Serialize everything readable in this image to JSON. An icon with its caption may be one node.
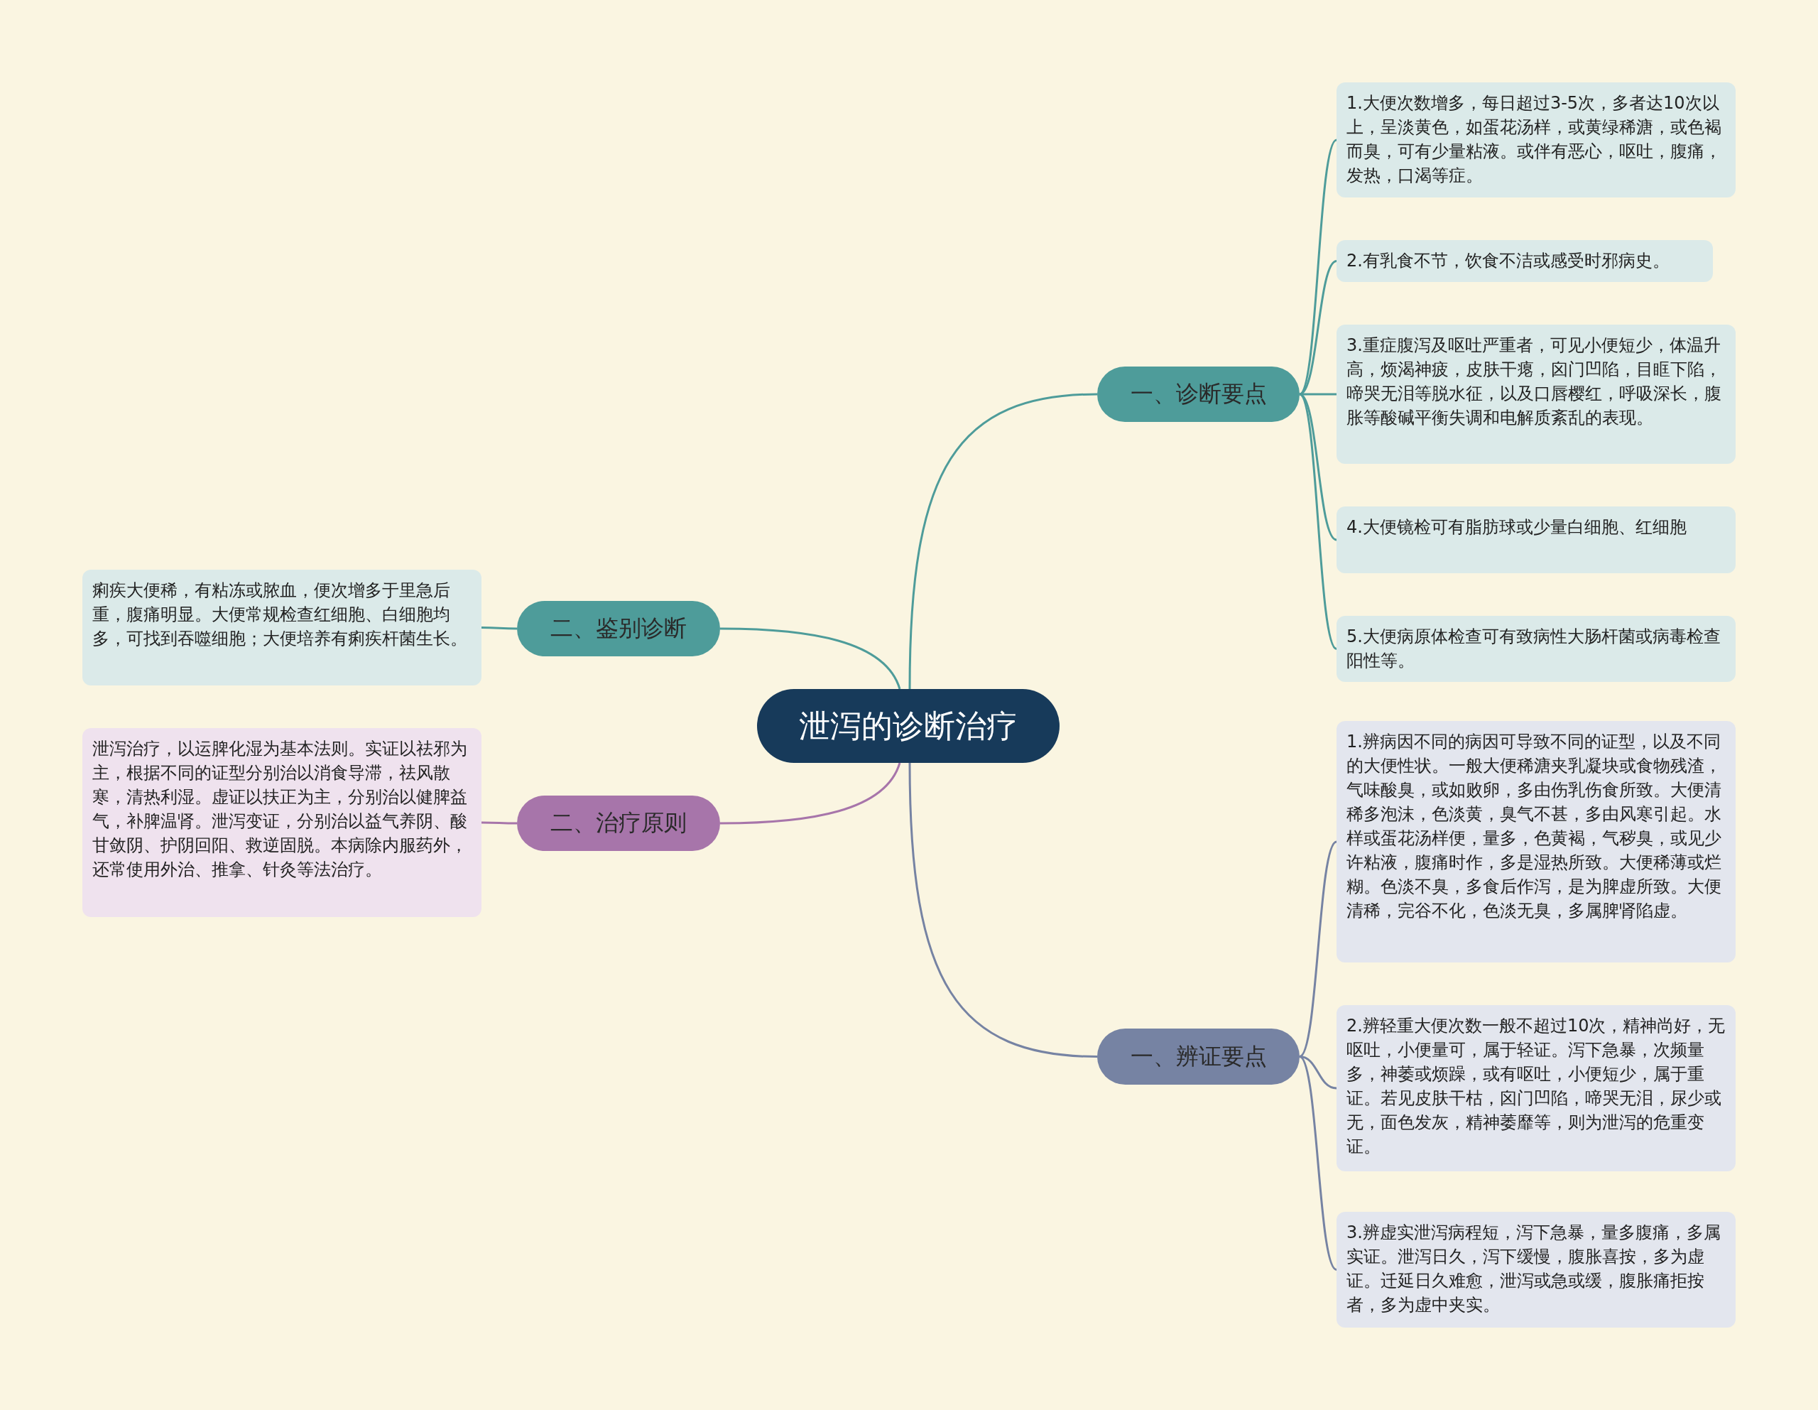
{
  "diagram": {
    "nodes": [
      {
        "text": [
          "泄泻的诊断治疗"
        ]
      },
      {
        "text": [
          "一、诊断要点"
        ]
      },
      {
        "text": [
          "1.大便次数增多，每日超过3-5次，多者达10次以上，呈淡黄色，如蛋花汤样，或黄绿稀溏，或色褐而臭，可有少量粘液。或伴有恶心，呕吐，腹痛，发热，口渴等症。"
        ]
      },
      {
        "text": [
          "2.有乳食不节，饮食不洁或感受时邪病史。"
        ]
      },
      {
        "text": [
          "3.重症腹泻及呕吐严重者，可见小便短少，体温升高，烦渴神疲，皮肤干瘪，囟门凹陷，目眶下陷，啼哭无泪等脱水征，以及口唇樱红，呼吸深长，腹胀等酸碱平衡失调和电解质紊乱的表现。"
        ]
      },
      {
        "text": [
          "4.大便镜检可有脂肪球或少量白细胞、红细胞"
        ]
      },
      {
        "text": [
          "5.大便病原体检查可有致病性大肠杆菌或病毒检查阳性等。"
        ]
      },
      {
        "text": [
          "二、鉴别诊断"
        ]
      },
      {
        "text": [
          "痢疾大便稀，有粘冻或脓血，便次增多于里急后重，腹痛明显。大便常规检查红细胞、白细胞均多，可找到吞噬细胞；大便培养有痢疾杆菌生长。"
        ]
      },
      {
        "text": [
          "二、治疗原则"
        ]
      },
      {
        "text": [
          "泄泻治疗，以运脾化湿为基本法则。实证以祛邪为主，根据不同的证型分别治以消食导滞，祛风散寒，清热利湿。虚证以扶正为主，分别治以健脾益气，补脾温肾。泄泻变证，分别治以益气养阴、酸甘敛阴、护阴回阳、救逆固脱。本病除内服药外，还常使用外治、推拿、针灸等法治疗。"
        ]
      },
      {
        "text": [
          "一、辨证要点"
        ]
      },
      {
        "text": [
          "1.辨病因不同的病因可导致不同的证型，以及不同的大便性状。一般大便稀溏夹乳凝块或食物残渣，气味酸臭，或如败卵，多由伤乳伤食所致。大便清稀多泡沫，色淡黄，臭气不甚，多由风寒引起。水样或蛋花汤样便，量多，色黄褐，气秽臭，或见少许粘液，腹痛时作，多是湿热所致。大便稀薄或烂糊。色淡不臭，多食后作泻，是为脾虚所致。大便清稀，完谷不化，色淡无臭，多属脾肾陷虚。"
        ]
      },
      {
        "text": [
          "2.辨轻重大便次数一般不超过10次，精神尚好，无呕吐，小便量可，属于轻证。泻下急暴，次频量多，神萎或烦躁，或有呕吐，小便短少，属于重证。若见皮肤干枯，囟门凹陷，啼哭无泪，尿少或无，面色发灰，精神萎靡等，则为泄泻的危重变证。"
        ]
      },
      {
        "text": [
          "3.辨虚实泄泻病程短，泻下急暴，量多腹痛，多属实证。泄泻日久，泻下缓慢，腹胀喜按，多为虚证。迁延日久难愈，泄泻或急或缓，腹胀痛拒按者，多为虚中夹实。"
        ]
      }
    ],
    "edges": [
      {
        "from": 0,
        "to": 1,
        "arrow": "none"
      },
      {
        "from": 1,
        "to": 2,
        "arrow": "none"
      },
      {
        "from": 1,
        "to": 3,
        "arrow": "none"
      },
      {
        "from": 1,
        "to": 4,
        "arrow": "none"
      },
      {
        "from": 1,
        "to": 5,
        "arrow": "none"
      },
      {
        "from": 1,
        "to": 6,
        "arrow": "none"
      },
      {
        "from": 0,
        "to": 7,
        "arrow": "none"
      },
      {
        "from": 7,
        "to": 8,
        "arrow": "none"
      },
      {
        "from": 0,
        "to": 9,
        "arrow": "none",
        "color": "#a775aa"
      },
      {
        "from": 9,
        "to": 10,
        "arrow": "none",
        "color": "#a775aa"
      },
      {
        "from": 0,
        "to": 11,
        "arrow": "none",
        "color": "#7683a3"
      },
      {
        "from": 11,
        "to": 12,
        "arrow": "none",
        "color": "#7683a3"
      },
      {
        "from": 11,
        "to": 13,
        "arrow": "none",
        "color": "#7683a3"
      },
      {
        "from": 11,
        "to": 14,
        "arrow": "none",
        "color": "#7683a3"
      }
    ]
  }
}
